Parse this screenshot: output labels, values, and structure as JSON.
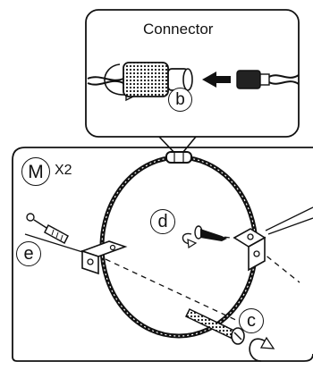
{
  "connector_box": {
    "title": "Connector"
  },
  "markers": {
    "b": "b",
    "c": "c",
    "d": "d",
    "e": "e",
    "m": "M"
  },
  "quantity": "X2",
  "colors": {
    "line": "#111111",
    "background": "#ffffff",
    "fill_light": "#dddddd",
    "fill_dark": "#222222"
  }
}
